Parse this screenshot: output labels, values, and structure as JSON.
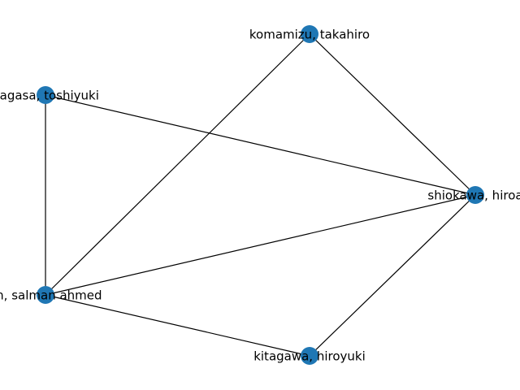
{
  "graph": {
    "node_color": "#1f77b4",
    "edge_color": "#000000",
    "nodes": [
      {
        "id": "n1",
        "label": "komamizu, takahiro"
      },
      {
        "id": "n2",
        "label": "nagasa, toshiyuki"
      },
      {
        "id": "n3",
        "label": "shiokawa, hiroa"
      },
      {
        "id": "n4",
        "label": "kh, salman ahmed"
      },
      {
        "id": "n5",
        "label": "kitagawa, hiroyuki"
      }
    ],
    "edges": [
      {
        "from": "n1",
        "to": "n3"
      },
      {
        "from": "n1",
        "to": "n4"
      },
      {
        "from": "n2",
        "to": "n3"
      },
      {
        "from": "n2",
        "to": "n4"
      },
      {
        "from": "n4",
        "to": "n3"
      },
      {
        "from": "n4",
        "to": "n5"
      },
      {
        "from": "n5",
        "to": "n3"
      }
    ]
  }
}
